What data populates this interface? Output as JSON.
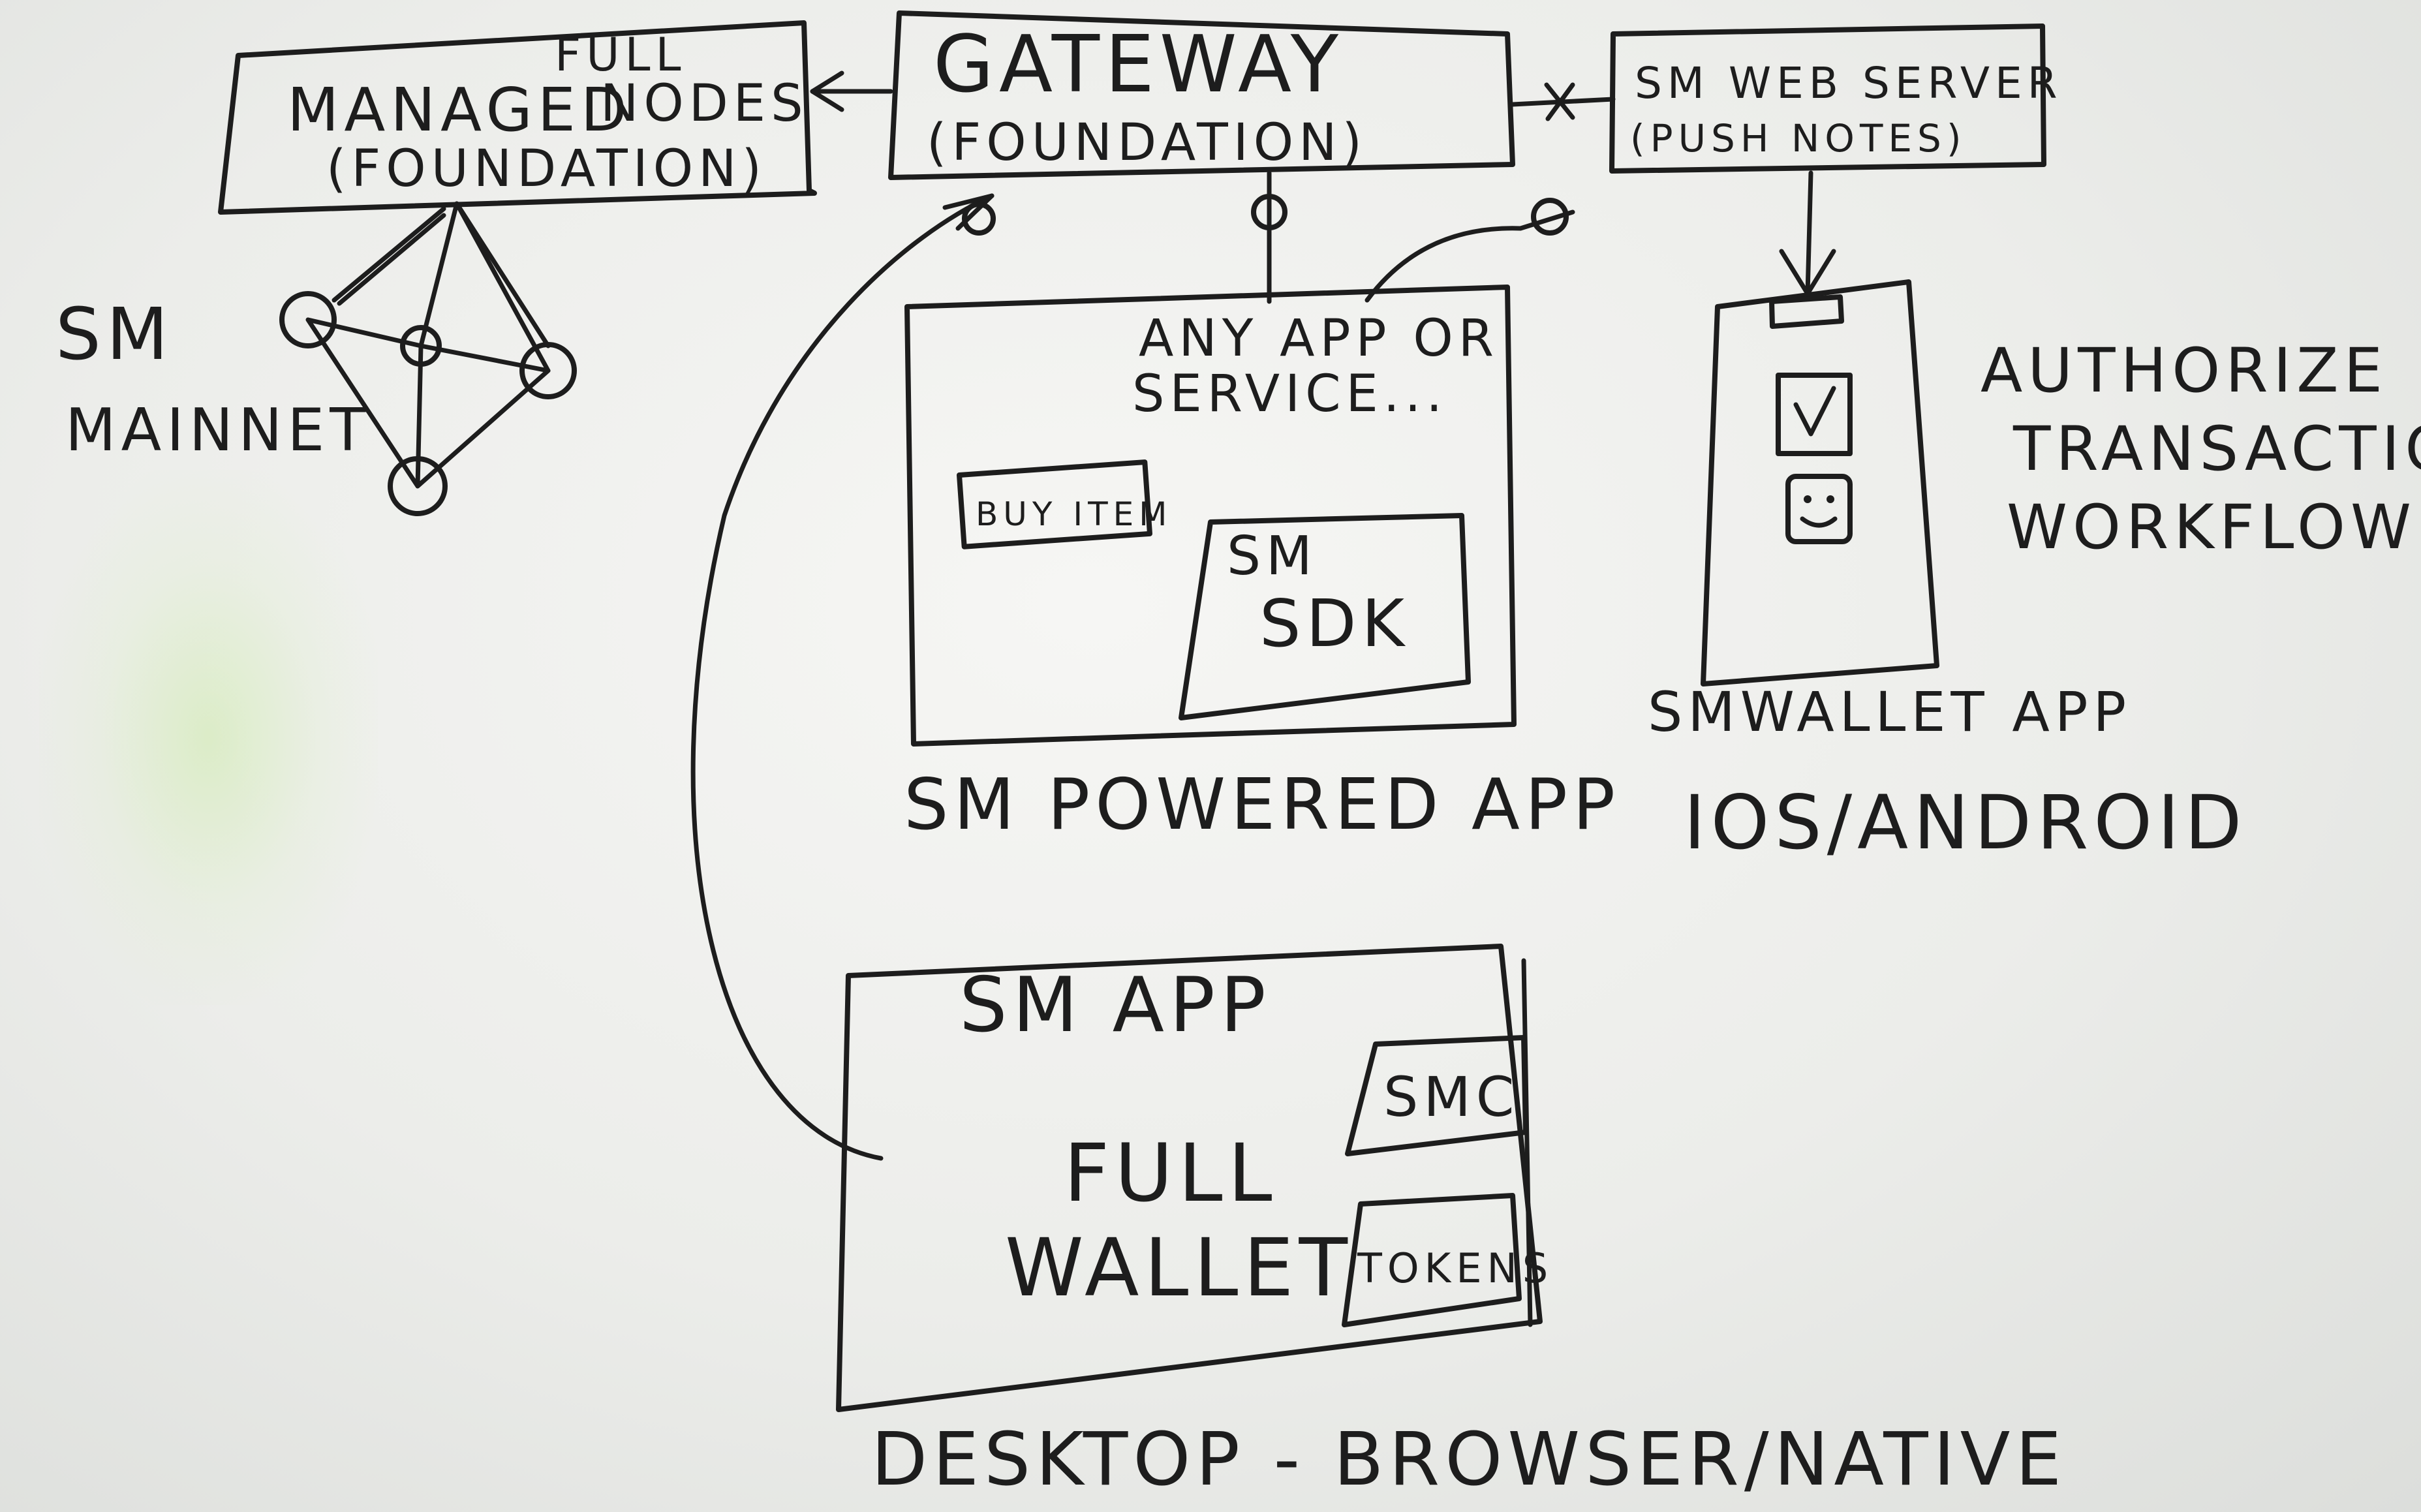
{
  "boxes": {
    "managed_full_nodes": {
      "line1": "MANAGED",
      "line1_sup": "FULL",
      "line1_b": "NODES",
      "line2": "(FOUNDATION)"
    },
    "gateway": {
      "line1": "GATEWAY",
      "line2": "(FOUNDATION)"
    },
    "sm_web_server": {
      "line1": "SM WEB SERVER",
      "line2": "(PUSH NOTES)"
    },
    "any_app": {
      "line1": "ANY APP OR",
      "line2": "SERVICE...",
      "buy_item": "BUY ITEM",
      "sdk_line1": "SM",
      "sdk_line2": "SDK",
      "caption": "SM POWERED APP"
    },
    "sm_app": {
      "title": "SM APP",
      "body_line1": "FULL",
      "body_line2": "WALLET",
      "chip1": "SMC",
      "chip2": "TOKENS",
      "caption": "DESKTOP - BROWSER/NATIVE"
    },
    "wallet_app": {
      "caption_line1": "SMWALLET APP",
      "caption_line2": "IOS/ANDROID"
    }
  },
  "labels": {
    "mainnet_line1": "SM",
    "mainnet_line2": "MAINNET",
    "authorize_line1": "AUTHORIZE",
    "authorize_line2": "TRANSACTIONS",
    "authorize_line3": "WORKFLOW"
  },
  "icons": [
    "checkbox-icon",
    "smiley-face-icon",
    "network-graph-icon"
  ],
  "colors": {
    "ink": "#1d1d1d",
    "board": "#efefed",
    "glare": "#d6ecc0"
  }
}
